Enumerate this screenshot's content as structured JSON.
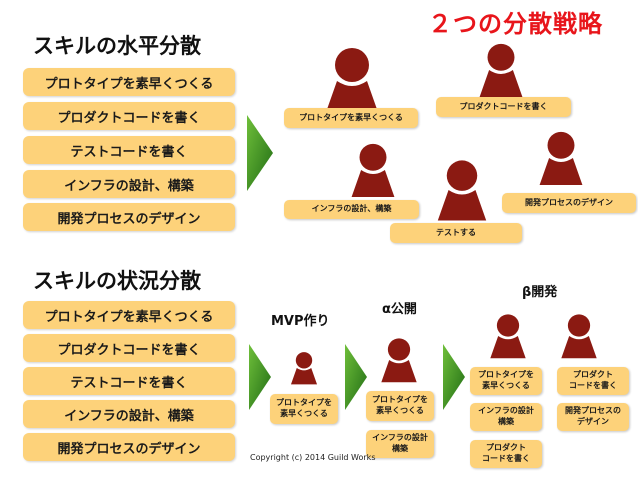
{
  "colors": {
    "accent_title": "#e8151b",
    "skill_fill": "#fdd27a",
    "person_fill": "#8b1a12",
    "arrow_light": "#6fbf3a",
    "arrow_dark": "#1f6b14"
  },
  "main_title": "２つの分散戦略",
  "horizontal": {
    "title": "スキルの水平分散",
    "skills": [
      "プロトタイプを素早くつくる",
      "プロダクトコードを書く",
      "テストコードを書く",
      "インフラの設計、構築",
      "開発プロセスのデザイン"
    ],
    "people_labels": [
      "プロトタイプを素早くつくる",
      "プロダクトコードを書く",
      "インフラの設計、構築",
      "テストする",
      "開発プロセスのデザイン"
    ]
  },
  "situational": {
    "title": "スキルの状況分散",
    "skills": [
      "プロトタイプを素早くつくる",
      "プロダクトコードを書く",
      "テストコードを書く",
      "インフラの設計、構築",
      "開発プロセスのデザイン"
    ],
    "stages": [
      {
        "label": "MVP作り",
        "chips": [
          "プロトタイプを\n素早くつくる"
        ]
      },
      {
        "label": "α公開",
        "chips": [
          "プロトタイプを\n素早くつくる",
          "インフラの設計\n構築"
        ]
      },
      {
        "label": "β開発",
        "person1_chips": [
          "プロトタイプを\n素早くつくる",
          "インフラの設計\n構築",
          "プロダクト\nコードを書く"
        ],
        "person2_chips": [
          "プロダクト\nコードを書く",
          "開発プロセスの\nデザイン"
        ]
      }
    ]
  },
  "copyright": "Copyright (c) 2014 Guild Works"
}
